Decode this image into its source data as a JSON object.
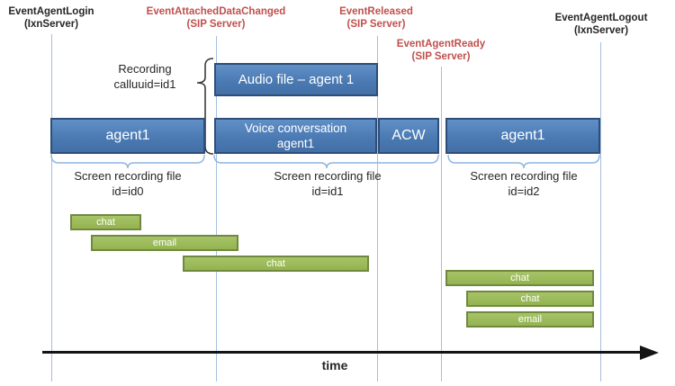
{
  "palette": {
    "blue_box_fill": "#4f81bd",
    "blue_box_border": "#2e4e79",
    "green_bar_fill": "#9bbb59",
    "green_bar_border": "#71893f",
    "sip_event_red": "#c0504d",
    "lifeline_blue": "#a5bfde",
    "axis_black": "#141414"
  },
  "events": [
    {
      "name": "EventAgentLogin",
      "server": "(IxnServer)",
      "type": "ixn"
    },
    {
      "name": "EventAttachedDataChanged",
      "server": "(SIP Server)",
      "type": "sip"
    },
    {
      "name": "EventReleased",
      "server": "(SIP Server)",
      "type": "sip"
    },
    {
      "name": "EventAgentReady",
      "server": "(SIP Server)",
      "type": "sip"
    },
    {
      "name": "EventAgentLogout",
      "server": "(IxnServer)",
      "type": "ixn"
    }
  ],
  "recording_annotation": {
    "line1": "Recording",
    "line2": "calluuid=id1"
  },
  "timeline_boxes": {
    "audio_file": "Audio file – agent 1",
    "agent_left": "agent1",
    "voice_line1": "Voice conversation",
    "voice_line2": "agent1",
    "acw": "ACW",
    "agent_right": "agent1"
  },
  "screen_recordings": [
    {
      "line1": "Screen recording file",
      "line2": "id=id0"
    },
    {
      "line1": "Screen recording file",
      "line2": "id=id1"
    },
    {
      "line1": "Screen recording file",
      "line2": "id=id2"
    }
  ],
  "interaction_bars": [
    {
      "label": "chat"
    },
    {
      "label": "email"
    },
    {
      "label": "chat"
    },
    {
      "label": "chat"
    },
    {
      "label": "chat"
    },
    {
      "label": "email"
    }
  ],
  "axis": {
    "label": "time"
  }
}
